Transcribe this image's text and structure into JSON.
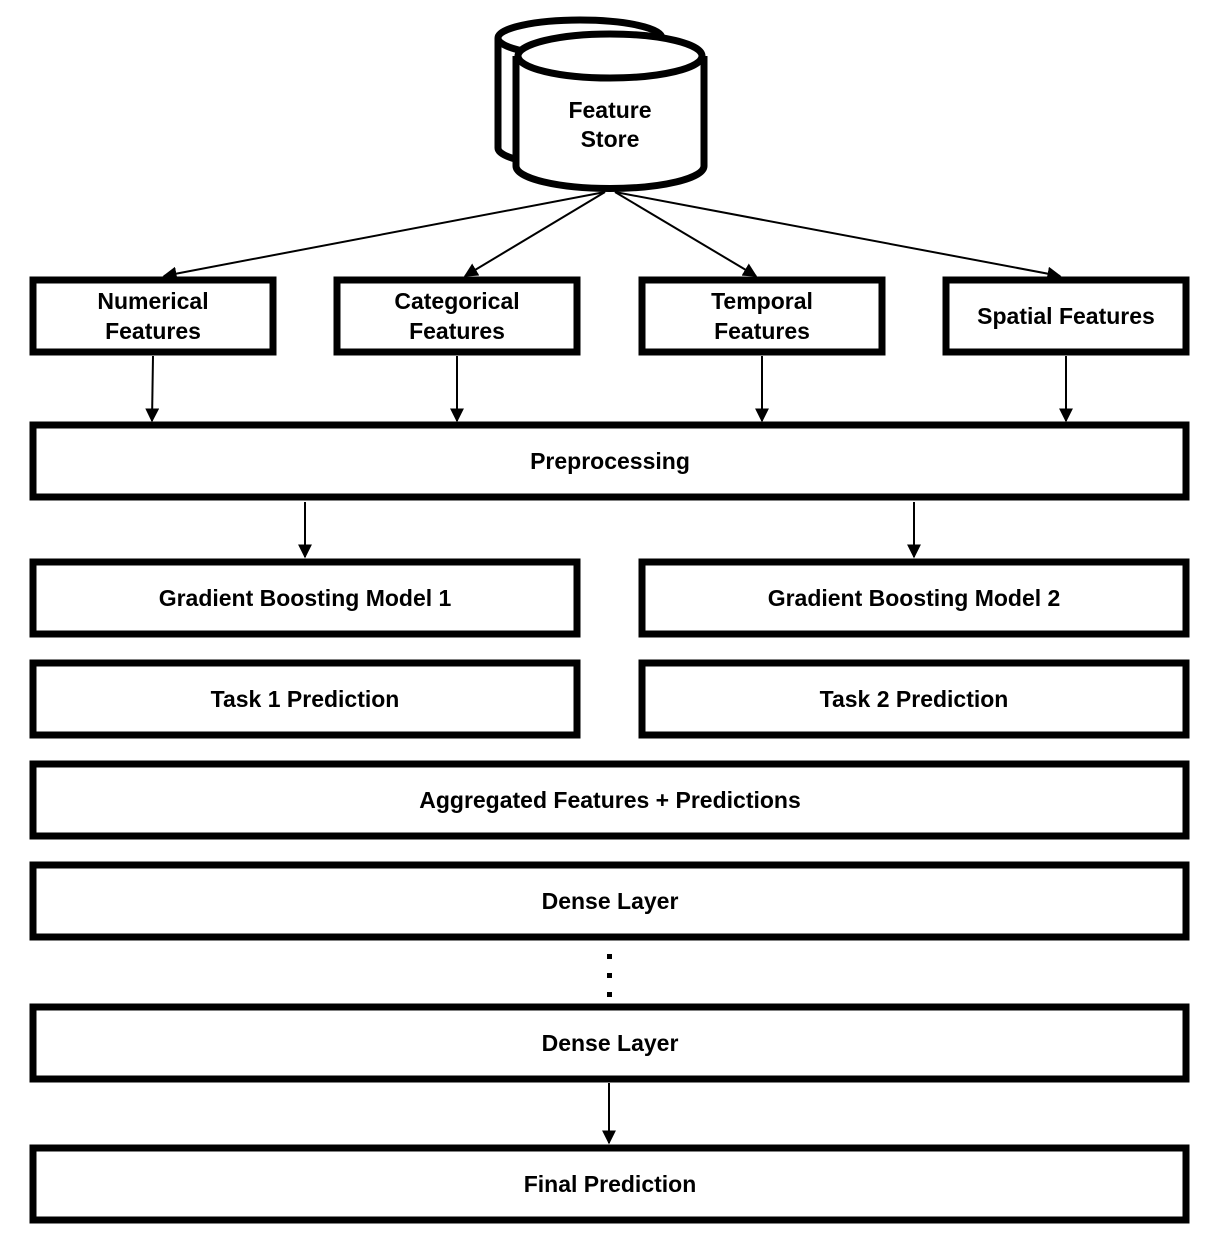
{
  "feature_store": {
    "line1": "Feature",
    "line2": "Store"
  },
  "features": {
    "numerical": {
      "line1": "Numerical",
      "line2": "Features"
    },
    "categorical": {
      "line1": "Categorical",
      "line2": "Features"
    },
    "temporal": {
      "line1": "Temporal",
      "line2": "Features"
    },
    "spatial": {
      "label": "Spatial Features"
    }
  },
  "preprocessing": "Preprocessing",
  "models": {
    "model1": "Gradient Boosting Model 1",
    "model2": "Gradient Boosting Model 2"
  },
  "predictions": {
    "task1": "Task 1 Prediction",
    "task2": "Task 2 Prediction"
  },
  "aggregated": "Aggregated Features + Predictions",
  "dense_layers": {
    "first": "Dense Layer",
    "ellipsis": "⋮",
    "last": "Dense Layer"
  },
  "final": "Final Prediction"
}
